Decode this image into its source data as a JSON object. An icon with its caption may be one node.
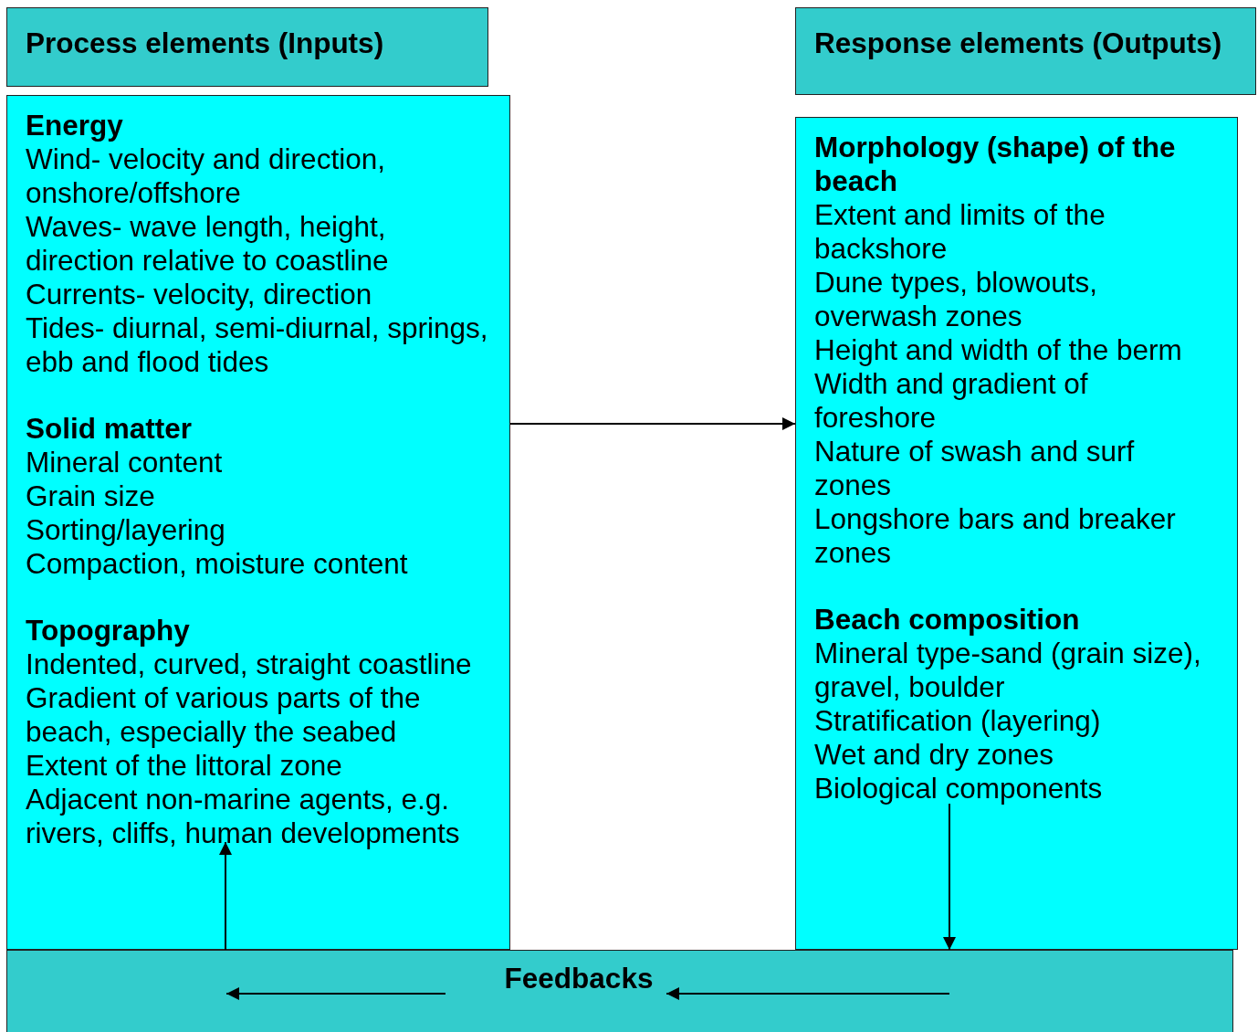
{
  "diagram": {
    "nodes": [
      {
        "text": [
          "Process elements (Inputs)"
        ]
      },
      {
        "text": [
          "Energy",
          "Wind- velocity and direction, onshore/offshore",
          "Waves- wave length, height, direction relative to coastline",
          "Currents- velocity, direction",
          "Tides- diurnal, semi-diurnal, springs, ebb and flood tides",
          "Solid matter",
          "Mineral content",
          "Grain size",
          "Sorting/layering",
          "Compaction, moisture content",
          "Topography",
          "Indented, curved, straight coastline",
          "Gradient of various parts of the beach, especially the seabed",
          "Extent of the littoral zone",
          "Adjacent non-marine agents, e.g. rivers, cliffs, human developments"
        ]
      },
      {
        "text": [
          "Response elements (Outputs)"
        ]
      },
      {
        "text": [
          "Morphology (shape) of the beach",
          "Extent and limits of the backshore",
          "Dune types, blowouts, overwash zones",
          "Height and width of the berm",
          "Width and gradient of foreshore",
          "Nature of swash and surf zones",
          "Longshore bars and breaker zones",
          "Beach composition",
          "Mineral type-sand (grain size), gravel, boulder",
          "Stratification (layering)",
          "Wet and dry zones",
          "Biological components"
        ]
      },
      {
        "text": [
          "Feedbacks"
        ]
      }
    ],
    "edges": [
      {
        "from": 1,
        "to": 3,
        "arrow": "to"
      },
      {
        "from": 3,
        "to": 4,
        "arrow": "to"
      },
      {
        "from": 4,
        "to": 1,
        "arrow": "to"
      }
    ]
  }
}
